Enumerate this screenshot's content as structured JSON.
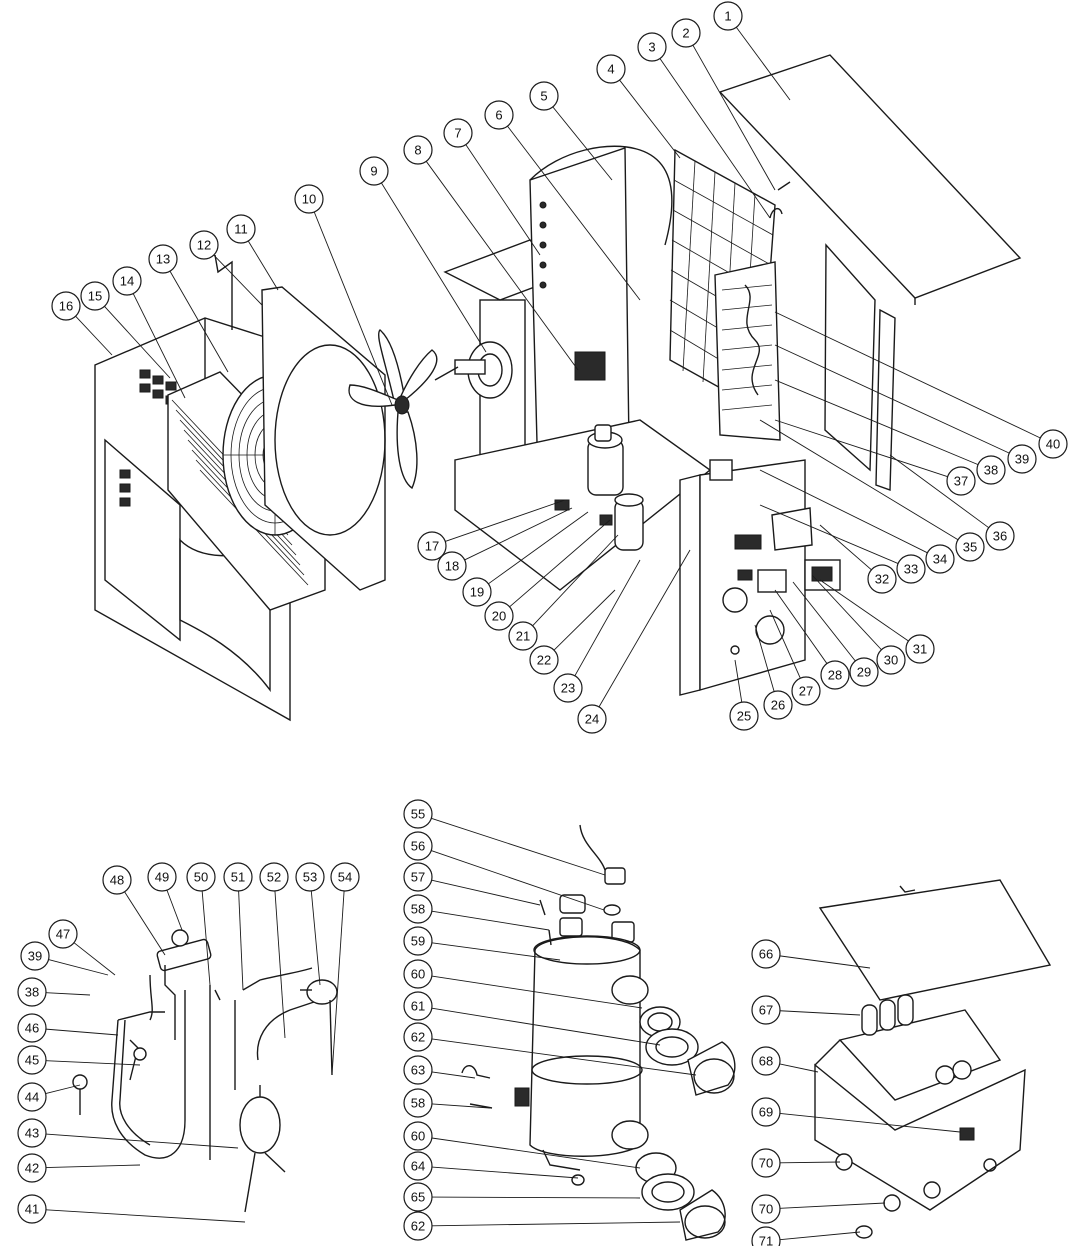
{
  "callouts": [
    {
      "label": "1"
    },
    {
      "label": "2"
    },
    {
      "label": "3"
    },
    {
      "label": "4"
    },
    {
      "label": "5"
    },
    {
      "label": "6"
    },
    {
      "label": "7"
    },
    {
      "label": "8"
    },
    {
      "label": "9"
    },
    {
      "label": "10"
    },
    {
      "label": "11"
    },
    {
      "label": "12"
    },
    {
      "label": "13"
    },
    {
      "label": "14"
    },
    {
      "label": "15"
    },
    {
      "label": "16"
    },
    {
      "label": "17"
    },
    {
      "label": "18"
    },
    {
      "label": "19"
    },
    {
      "label": "20"
    },
    {
      "label": "21"
    },
    {
      "label": "22"
    },
    {
      "label": "23"
    },
    {
      "label": "24"
    },
    {
      "label": "25"
    },
    {
      "label": "26"
    },
    {
      "label": "27"
    },
    {
      "label": "28"
    },
    {
      "label": "29"
    },
    {
      "label": "30"
    },
    {
      "label": "31"
    },
    {
      "label": "32"
    },
    {
      "label": "33"
    },
    {
      "label": "34"
    },
    {
      "label": "35"
    },
    {
      "label": "36"
    },
    {
      "label": "37"
    },
    {
      "label": "38"
    },
    {
      "label": "39"
    },
    {
      "label": "40"
    },
    {
      "label": "47"
    },
    {
      "label": "48"
    },
    {
      "label": "49"
    },
    {
      "label": "50"
    },
    {
      "label": "51"
    },
    {
      "label": "52"
    },
    {
      "label": "53"
    },
    {
      "label": "54"
    },
    {
      "label": "39"
    },
    {
      "label": "38"
    },
    {
      "label": "46"
    },
    {
      "label": "45"
    },
    {
      "label": "44"
    },
    {
      "label": "43"
    },
    {
      "label": "42"
    },
    {
      "label": "41"
    },
    {
      "label": "55"
    },
    {
      "label": "56"
    },
    {
      "label": "57"
    },
    {
      "label": "58"
    },
    {
      "label": "59"
    },
    {
      "label": "60"
    },
    {
      "label": "61"
    },
    {
      "label": "62"
    },
    {
      "label": "63"
    },
    {
      "label": "58"
    },
    {
      "label": "60"
    },
    {
      "label": "64"
    },
    {
      "label": "65"
    },
    {
      "label": "62"
    },
    {
      "label": "66"
    },
    {
      "label": "67"
    },
    {
      "label": "68"
    },
    {
      "label": "69"
    },
    {
      "label": "70"
    },
    {
      "label": "70"
    },
    {
      "label": "71"
    }
  ]
}
